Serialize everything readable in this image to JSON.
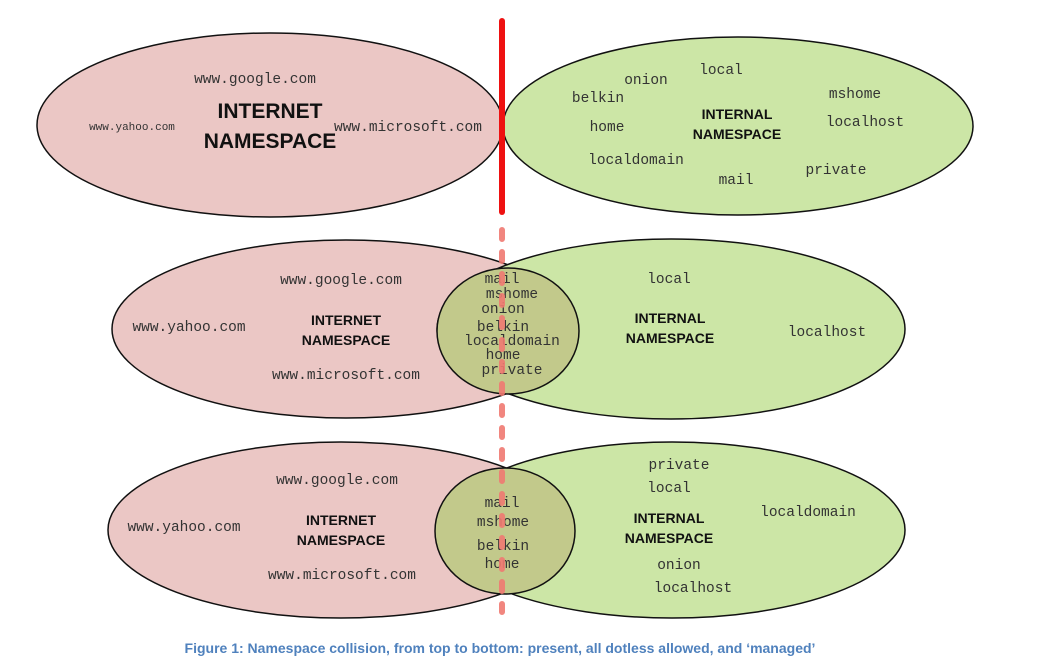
{
  "colors": {
    "internet_fill": "#ebc7c5",
    "internal_fill": "#cce6a6",
    "overlap_fill": "#c2c98b",
    "boundary": "#ee1111",
    "boundary_dashed": "#f07a72",
    "caption": "#4f81bd"
  },
  "rows": [
    {
      "internet": {
        "title_line1": "INTERNET",
        "title_line2": "NAMESPACE",
        "names": [
          "www.google.com",
          "www.yahoo.com",
          "www.microsoft.com"
        ]
      },
      "internal": {
        "title_line1": "INTERNAL",
        "title_line2": "NAMESPACE",
        "names": [
          "local",
          "onion",
          "belkin",
          "mshome",
          "home",
          "localhost",
          "localdomain",
          "private",
          "mail"
        ]
      }
    },
    {
      "internet": {
        "title_line1": "INTERNET",
        "title_line2": "NAMESPACE",
        "names": [
          "www.google.com",
          "www.yahoo.com",
          "www.microsoft.com"
        ]
      },
      "overlap": [
        "mail",
        "mshome",
        "onion",
        "belkin",
        "localdomain",
        "home",
        "private"
      ],
      "internal": {
        "title_line1": "INTERNAL",
        "title_line2": "NAMESPACE",
        "names": [
          "local",
          "localhost"
        ]
      }
    },
    {
      "internet": {
        "title_line1": "INTERNET",
        "title_line2": "NAMESPACE",
        "names": [
          "www.google.com",
          "www.yahoo.com",
          "www.microsoft.com"
        ]
      },
      "overlap": [
        "mail",
        "mshome",
        "belkin",
        "home"
      ],
      "internal": {
        "title_line1": "INTERNAL",
        "title_line2": "NAMESPACE",
        "names": [
          "private",
          "local",
          "localdomain",
          "onion",
          "localhost"
        ]
      }
    }
  ],
  "caption": "Figure 1: Namespace  collision, from top to bottom: present, all dotless allowed, and ‘managed’"
}
